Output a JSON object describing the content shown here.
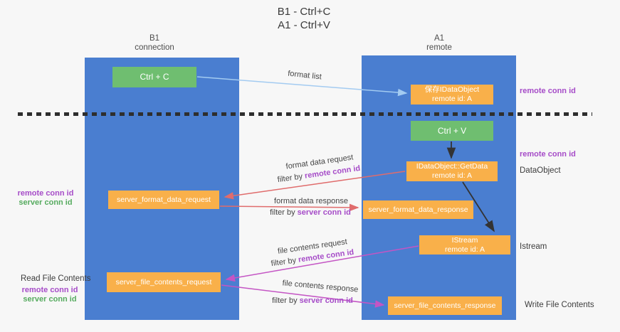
{
  "title": {
    "line1": "B1 - Ctrl+C",
    "line2": "A1 - Ctrl+V"
  },
  "lifelines": {
    "left": {
      "title": "B1",
      "subtitle": "connection"
    },
    "right": {
      "title": "A1",
      "subtitle": "remote"
    }
  },
  "boxes": {
    "ctrl_c": {
      "label": "Ctrl + C"
    },
    "ctrl_v": {
      "label": "Ctrl + V"
    },
    "save_idataobject": {
      "line1": "保存IDataObject",
      "line2": "remote id: A"
    },
    "getdata": {
      "line1": "IDataObject::GetData",
      "line2": "remote id: A"
    },
    "istream": {
      "line1": "IStream",
      "line2": "remote id: A"
    },
    "server_format_data_request": {
      "label": "server_format_data_request"
    },
    "server_format_data_response": {
      "label": "server_format_data_response"
    },
    "server_file_contents_request": {
      "label": "server_file_contents_request"
    },
    "server_file_contents_response": {
      "label": "server_file_contents_response"
    }
  },
  "edge_labels": {
    "format_list": "format list",
    "format_data_request": "format data request",
    "format_data_response": "format data response",
    "file_contents_request": "file contents request",
    "file_contents_response": "file contents response",
    "filter_by": "filter by",
    "remote_conn_id": "remote conn id",
    "server_conn_id": "server conn id"
  },
  "side_labels": {
    "remote_conn_id": "remote conn id",
    "server_conn_id": "server conn id",
    "dataobject": "DataObject",
    "istream": "Istream",
    "read_file_contents": "Read File Contents",
    "write_file_contents": "Write File Contents"
  },
  "colors": {
    "lifeline_blue": "#4a7ed0",
    "box_green": "#6fbe70",
    "box_orange": "#f9b04a",
    "arrow_light_blue": "#a3cbf1",
    "arrow_red": "#e06c6c",
    "arrow_magenta": "#c455c4",
    "arrow_black": "#333333",
    "conn_id_purple": "#a64cc8",
    "conn_id_green": "#56ab5f"
  }
}
